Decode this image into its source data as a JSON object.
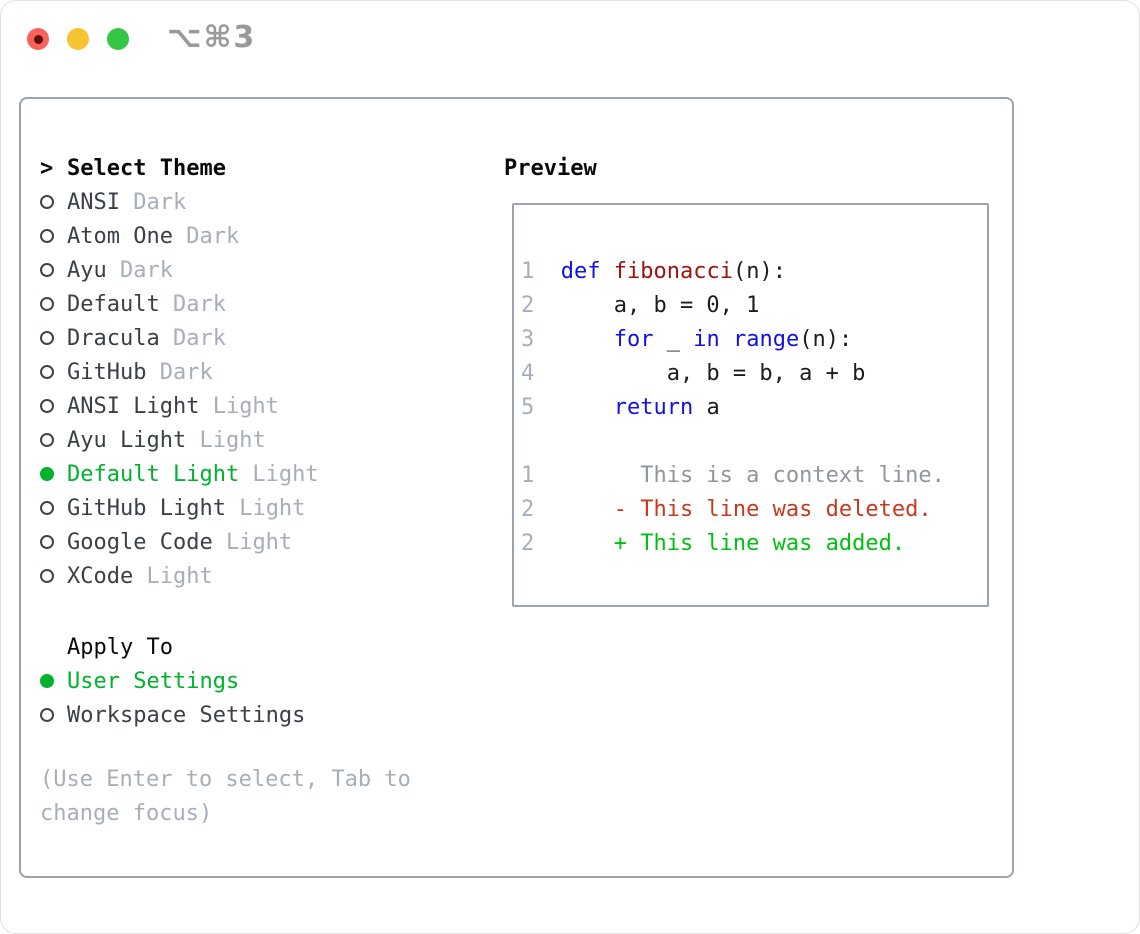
{
  "window": {
    "title": "⌥⌘3"
  },
  "theme_panel": {
    "header": {
      "prompt": ">",
      "label": "Select Theme"
    },
    "themes": [
      {
        "name": "ANSI",
        "variant": "Dark",
        "selected": false
      },
      {
        "name": "Atom One",
        "variant": "Dark",
        "selected": false
      },
      {
        "name": "Ayu",
        "variant": "Dark",
        "selected": false
      },
      {
        "name": "Default",
        "variant": "Dark",
        "selected": false
      },
      {
        "name": "Dracula",
        "variant": "Dark",
        "selected": false
      },
      {
        "name": "GitHub",
        "variant": "Dark",
        "selected": false
      },
      {
        "name": "ANSI Light",
        "variant": "Light",
        "selected": false
      },
      {
        "name": "Ayu Light",
        "variant": "Light",
        "selected": false
      },
      {
        "name": "Default Light",
        "variant": "Light",
        "selected": true
      },
      {
        "name": "GitHub Light",
        "variant": "Light",
        "selected": false
      },
      {
        "name": "Google Code",
        "variant": "Light",
        "selected": false
      },
      {
        "name": "XCode",
        "variant": "Light",
        "selected": false
      }
    ],
    "apply_to": {
      "label": "Apply To",
      "options": [
        {
          "label": "User Settings",
          "selected": true
        },
        {
          "label": "Workspace Settings",
          "selected": false
        }
      ]
    },
    "hint": "(Use Enter to select, Tab to\nchange focus)"
  },
  "preview": {
    "label": "Preview",
    "code_lines": [
      [],
      [
        [
          "ln",
          "1"
        ],
        [
          "pl",
          "  "
        ],
        [
          "kw",
          "def"
        ],
        [
          "pl",
          " "
        ],
        [
          "fn",
          "fibonacci"
        ],
        [
          "pl",
          "(n):"
        ]
      ],
      [
        [
          "ln",
          "2"
        ],
        [
          "pl",
          "      a, b = 0, 1"
        ]
      ],
      [
        [
          "ln",
          "3"
        ],
        [
          "pl",
          "      "
        ],
        [
          "kw",
          "for"
        ],
        [
          "pl",
          " _ "
        ],
        [
          "kw",
          "in"
        ],
        [
          "pl",
          " "
        ],
        [
          "kw",
          "range"
        ],
        [
          "pl",
          "(n):"
        ]
      ],
      [
        [
          "ln",
          "4"
        ],
        [
          "pl",
          "          a, b = b, a + b"
        ]
      ],
      [
        [
          "ln",
          "5"
        ],
        [
          "pl",
          "      "
        ],
        [
          "kw",
          "return"
        ],
        [
          "pl",
          " a"
        ]
      ],
      [],
      [
        [
          "ln",
          "1"
        ],
        [
          "ctx",
          "        This is a context line."
        ]
      ],
      [
        [
          "ln",
          "2"
        ],
        [
          "del",
          "      - This line was deleted."
        ]
      ],
      [
        [
          "ln",
          "2"
        ],
        [
          "add",
          "      + This line was added."
        ]
      ],
      []
    ]
  },
  "colors": {
    "selection_green": "#00b22d",
    "keyword_blue": "#1212e0",
    "function_red": "#9e1111",
    "deleted_red": "#c53a21",
    "added_green": "#00c011",
    "muted_gray": "#a7aeba",
    "context_gray": "#8f969e",
    "text_dark": "#3a4047",
    "border_gray": "#9ba3ae",
    "title_gray": "#98989d",
    "traffic_red": "#f9615a",
    "traffic_red_dot": "#5d100b",
    "traffic_yellow": "#f7c331",
    "traffic_green": "#35c647"
  }
}
